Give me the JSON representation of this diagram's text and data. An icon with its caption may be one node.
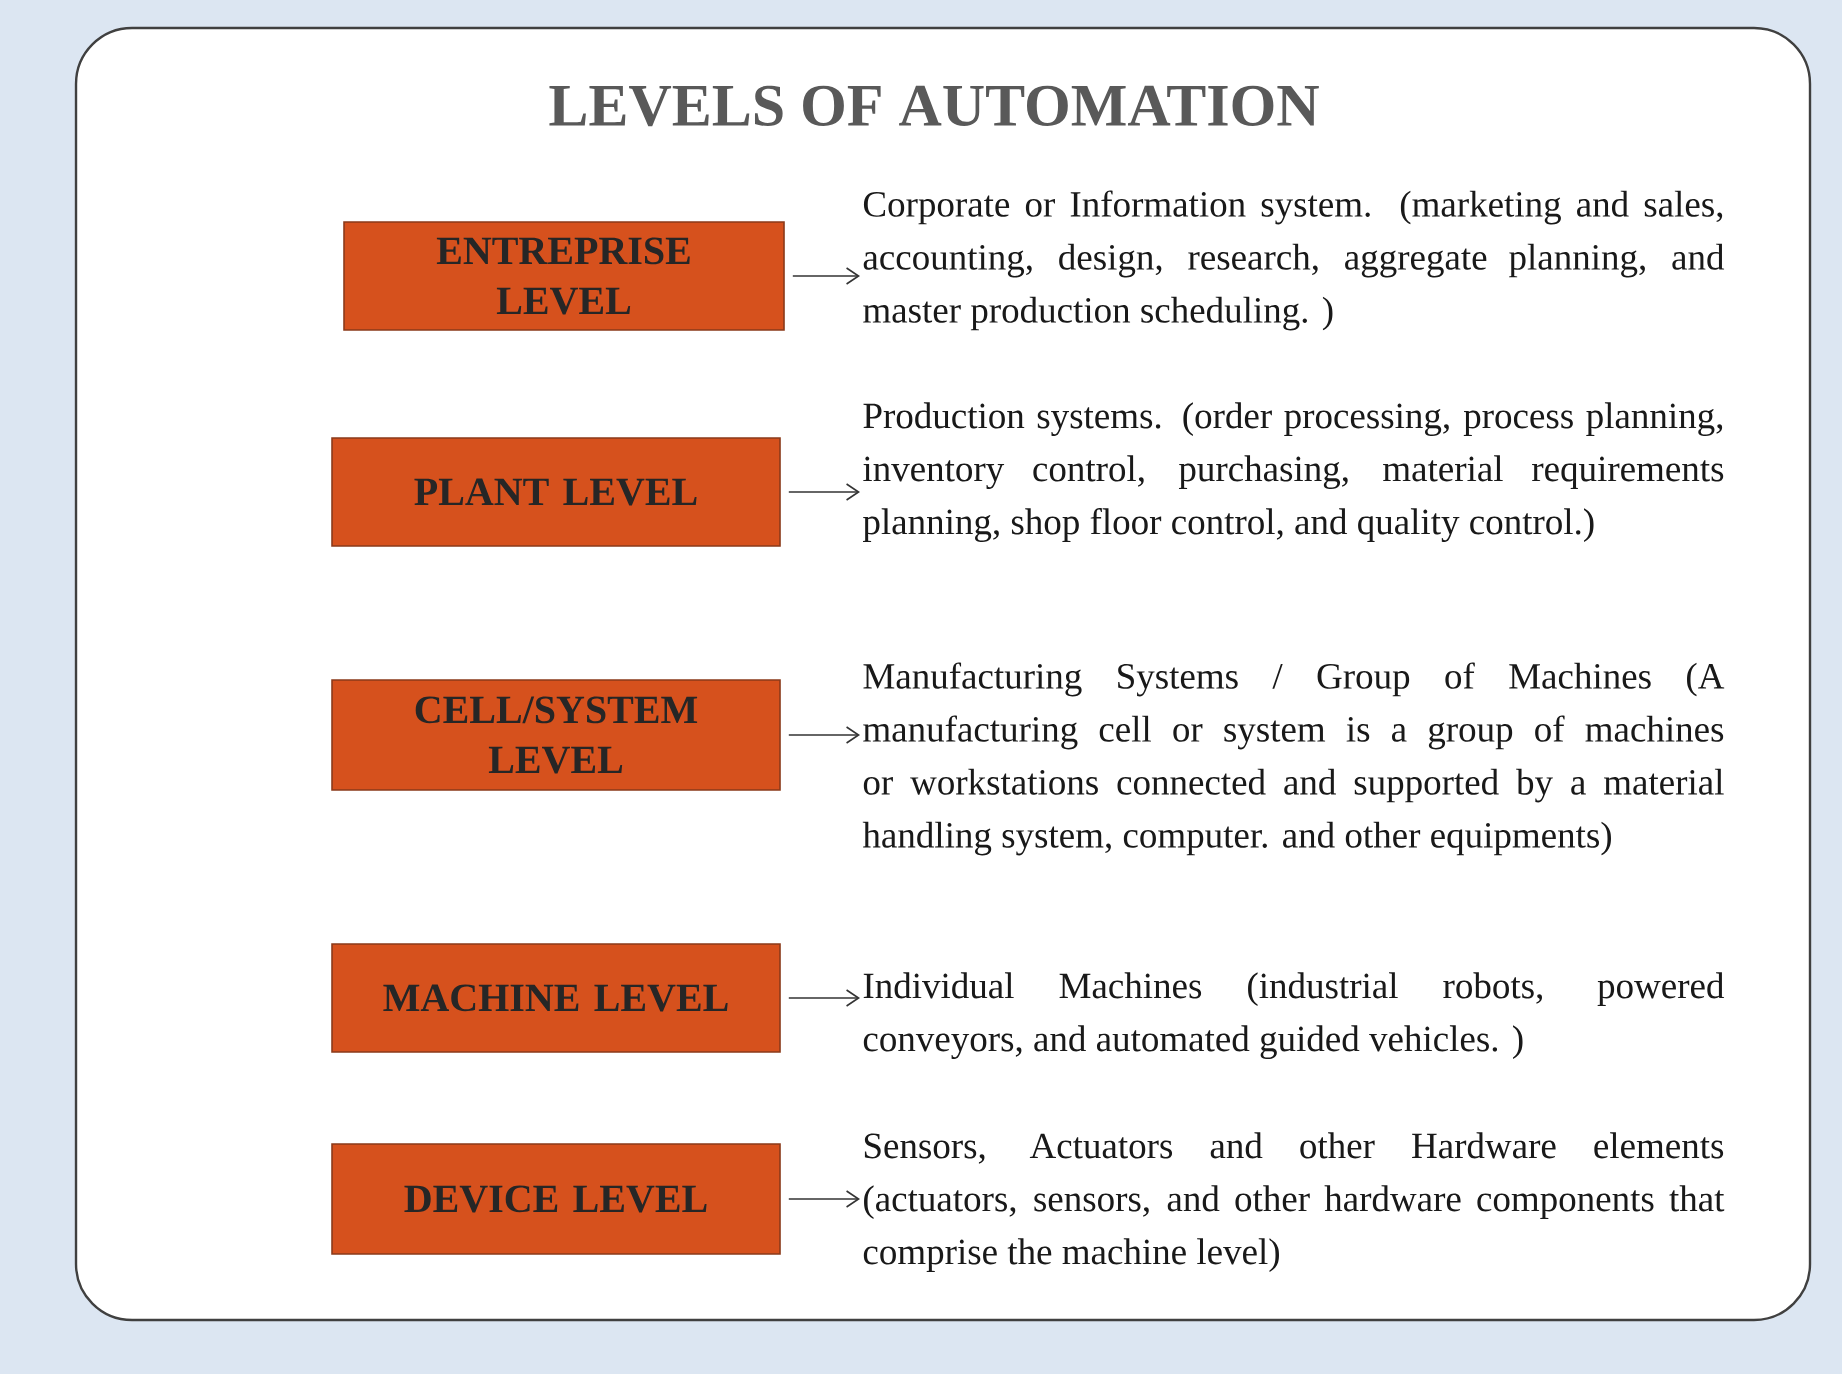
{
  "diagram": {
    "title": "LEVELS OF AUTOMATION",
    "nodes": [
      {
        "text": [
          "ENTREPRISE LEVEL"
        ]
      },
      {
        "text": [
          "Corporate or Information system. (marketing and sales, accounting, design, research, aggregate planning, and master production scheduling. )"
        ]
      },
      {
        "text": [
          "PLANT LEVEL"
        ]
      },
      {
        "text": [
          "Production systems. (order processing, process planning, inventory control, purchasing, material requirements planning, shop floor control, and quality control.)"
        ]
      },
      {
        "text": [
          "CELL/SYSTEM LEVEL"
        ]
      },
      {
        "text": [
          "Manufacturing Systems / Group of Machines (A manufacturing cell or system is a group of machines or workstations connected and supported by a material handling system, computer. and other equipments)"
        ]
      },
      {
        "text": [
          "MACHINE LEVEL"
        ]
      },
      {
        "text": [
          "Individual Machines (industrial robots, powered conveyors, and automated guided vehicles. )"
        ]
      },
      {
        "text": [
          "DEVICE LEVEL"
        ]
      },
      {
        "text": [
          "Sensors, Actuators and other Hardware elements (actuators, sensors, and other hardware components that comprise the machine level)"
        ]
      }
    ],
    "edges": [
      {
        "from": 0,
        "to": 1,
        "arrow": "to"
      },
      {
        "from": 2,
        "to": 3,
        "arrow": "to"
      },
      {
        "from": 4,
        "to": 5,
        "arrow": "to"
      },
      {
        "from": 6,
        "to": 7,
        "arrow": "to"
      },
      {
        "from": 8,
        "to": 9,
        "arrow": "to"
      }
    ]
  }
}
